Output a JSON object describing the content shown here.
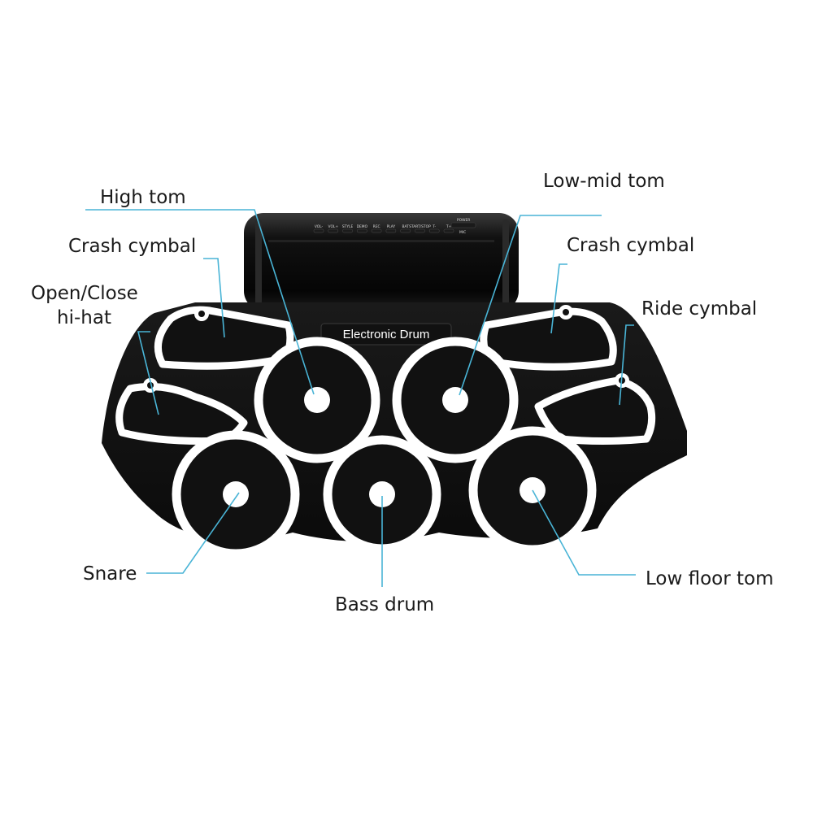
{
  "product": {
    "brand_text": "Electronic Drum"
  },
  "control_panel": {
    "buttons": [
      "VOL-",
      "VOL+",
      "STYLE",
      "DEMO",
      "REC",
      "PLAY",
      "BAT",
      "START/STOP",
      "T-",
      "T+"
    ],
    "power_label": "POWER",
    "mic_label": "MIC"
  },
  "labels": {
    "high_tom": "High  tom",
    "crash_left": "Crash cymbal",
    "hihat_line1": "Open/Close",
    "hihat_line2": "hi-hat",
    "snare": "Snare",
    "bass_drum": "Bass drum",
    "low_mid_tom": "Low-mid tom",
    "crash_right": "Crash cymbal",
    "ride": "Ride cymbal",
    "low_floor_tom": "Low floor tom"
  },
  "colors": {
    "leader_line": "#49b4d6",
    "pad_body": "#111111",
    "pad_rings": "#ffffff"
  }
}
